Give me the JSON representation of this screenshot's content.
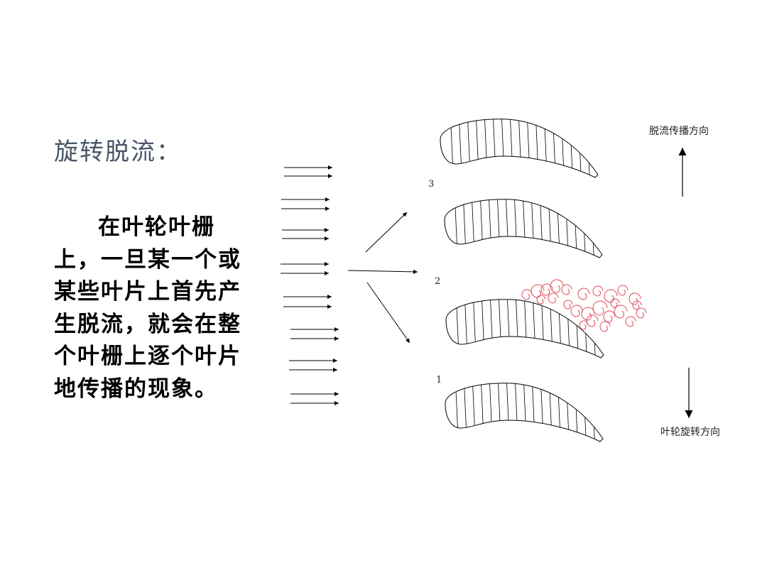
{
  "slide": {
    "title": "旋转脱流：",
    "body": "在叶轮叶栅上，一旦某一个或某些叶片上首先产生脱流，就会在整个叶栅上逐个叶片地传播的现象。"
  },
  "diagram": {
    "blade_labels": [
      "3",
      "2",
      "1"
    ],
    "stall_direction_label": "脱流传播方向",
    "rotation_direction_label": "叶轮旋转方向",
    "colors": {
      "line": "#000000",
      "vortex": "#e04a55",
      "title": "#4a5568"
    }
  }
}
